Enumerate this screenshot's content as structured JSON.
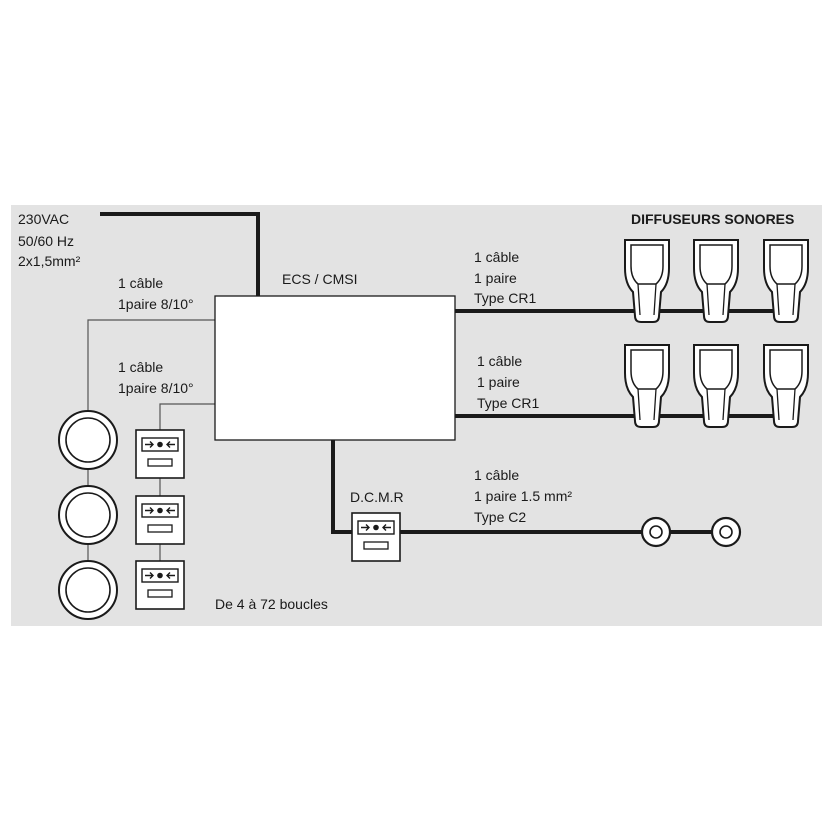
{
  "colors": {
    "panel_background": "#e3e3e3",
    "line": "#1a1a1a",
    "thin_line": "#555555",
    "device_fill": "#ffffff"
  },
  "power": {
    "line1": "230VAC",
    "line2": "50/60 Hz",
    "line3": "2x1,5mm²"
  },
  "central_unit": {
    "label": "ECS / CMSI"
  },
  "speakers_title": "DIFFUSEURS SONORES",
  "cables": {
    "detector_loop_1": {
      "line1": "1 câble",
      "line2": "1paire 8/10°"
    },
    "detector_loop_2": {
      "line1": "1 câble",
      "line2": "1paire 8/10°"
    },
    "speaker_line_1": {
      "line1": "1 câble",
      "line2": "1 paire",
      "line3": "Type CR1"
    },
    "speaker_line_2": {
      "line1": "1 câble",
      "line2": "1 paire",
      "line3": "Type CR1"
    },
    "dcmr_line": {
      "line1": "1 câble",
      "line2": "1 paire 1.5 mm²",
      "line3": "Type C2"
    }
  },
  "dcmr": {
    "label": "D.C.M.R"
  },
  "loops_note": "De 4 à 72 boucles",
  "icons": {
    "detector": "smoke-detector-icon",
    "call_point": "manual-call-point-icon",
    "speaker": "siren-speaker-icon",
    "release_device": "door-release-icon"
  }
}
